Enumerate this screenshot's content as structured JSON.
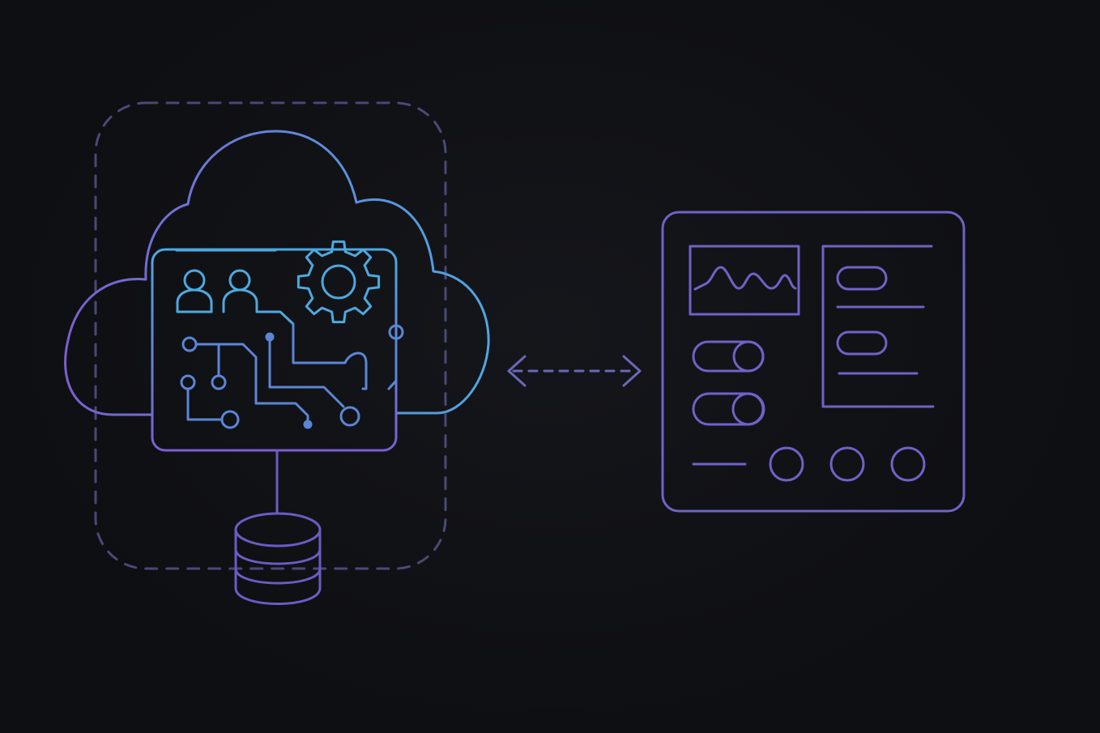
{
  "diagram": {
    "colors": {
      "background": "#0e0f12",
      "cloud_gradient_start": "#7a5fd0",
      "cloud_gradient_end": "#4fa6e0",
      "circuit": "#5b86d6",
      "dashed_boundary": "#4a4878",
      "database": "#6a5cc4",
      "dashboard": "#6f62c8",
      "connector": "#6a68b8",
      "accent_blue": "#4ea8df"
    },
    "nodes": [
      {
        "name": "cloud",
        "icon": "cloud-icon"
      },
      {
        "name": "users",
        "icon": "users-icon"
      },
      {
        "name": "settings",
        "icon": "gear-icon"
      },
      {
        "name": "circuit",
        "icon": "circuit-icon"
      },
      {
        "name": "database",
        "icon": "database-icon"
      },
      {
        "name": "dashboard",
        "icon": "dashboard-icon"
      }
    ],
    "edges": [
      {
        "from": "cloud",
        "to": "database",
        "style": "solid"
      },
      {
        "from": "cloud",
        "to": "dashboard",
        "style": "dashed",
        "bidirectional": true
      }
    ],
    "boundary": {
      "style": "dashed",
      "contains": [
        "cloud",
        "database"
      ]
    }
  }
}
